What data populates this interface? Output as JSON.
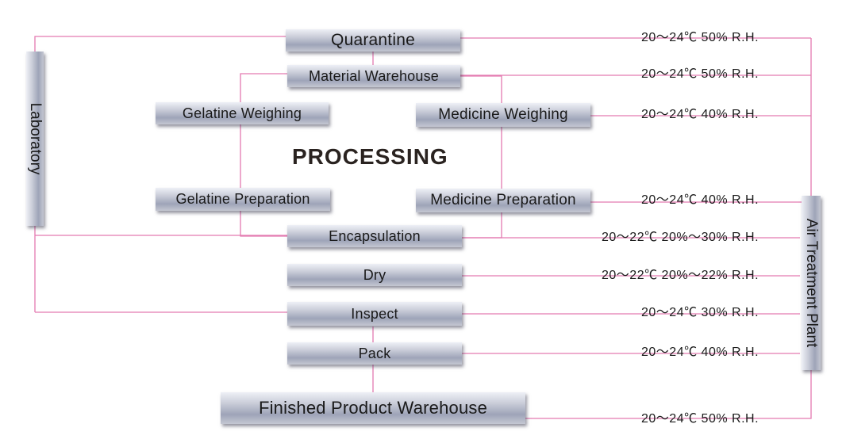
{
  "title": "PROCESSING",
  "line_color": "#e37ab0",
  "steps": {
    "quarantine": "Quarantine",
    "material_warehouse": "Material Warehouse",
    "gelatine_weighing": "Gelatine Weighing",
    "medicine_weighing": "Medicine Weighing",
    "gelatine_preparation": "Gelatine Preparation",
    "medicine_preparation": "Medicine Preparation",
    "encapsulation": "Encapsulation",
    "dry": "Dry",
    "inspect": "Inspect",
    "pack": "Pack",
    "finished_product_warehouse": "Finished Product Warehouse"
  },
  "laboratory": "Laboratory",
  "air_treatment_plant": "Air Treatment Plant",
  "conditions": {
    "quarantine": "20～24℃ 50% R.H.",
    "material_warehouse": "20～24℃ 50% R.H.",
    "medicine_weighing": "20～24℃ 40% R.H.",
    "medicine_preparation": "20～24℃ 40% R.H.",
    "encapsulation": "20～22℃ 20%～30% R.H.",
    "dry": "20～22℃ 20%～22% R.H.",
    "inspect": "20～24℃ 30% R.H.",
    "pack": "20～24℃ 40% R.H.",
    "finished_product_warehouse": "20～24℃ 50% R.H."
  }
}
